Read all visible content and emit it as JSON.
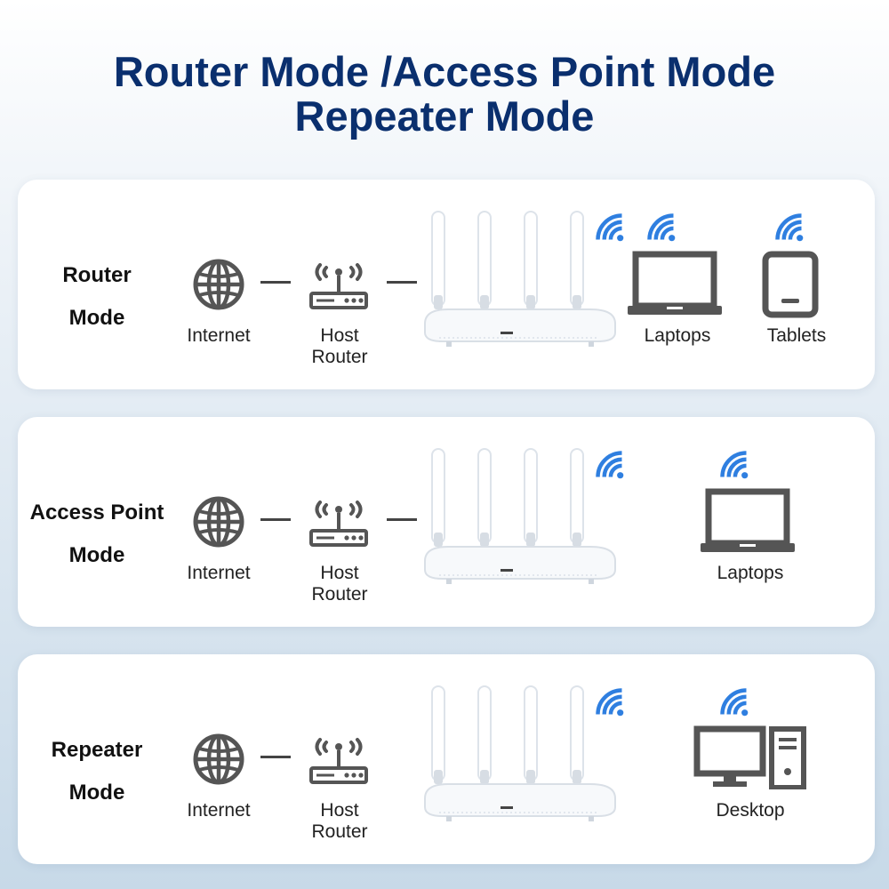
{
  "title": {
    "line1": "Router Mode /Access Point Mode",
    "line2": "Repeater Mode"
  },
  "colors": {
    "title": "#0a2f6e",
    "wifi": "#2f7fe0",
    "icon_gray": "#555555",
    "card": "#ffffff"
  },
  "modes": [
    {
      "label_line1": "Router",
      "label_line2": "Mode",
      "internet": "Internet",
      "host_line1": "Host",
      "host_line2": "Router",
      "device1": "Laptops",
      "device2": "Tablets"
    },
    {
      "label_line1": "Access Point",
      "label_line2": "Mode",
      "internet": "Internet",
      "host_line1": "Host",
      "host_line2": "Router",
      "device1": "Laptops"
    },
    {
      "label_line1": "Repeater",
      "label_line2": "Mode",
      "internet": "Internet",
      "host_line1": "Host",
      "host_line2": "Router",
      "device1": "Desktop"
    }
  ],
  "icons": [
    "globe-icon",
    "host-router-icon",
    "wifi-router-icon",
    "wifi-signal-icon",
    "laptop-icon",
    "tablet-icon",
    "desktop-icon"
  ]
}
